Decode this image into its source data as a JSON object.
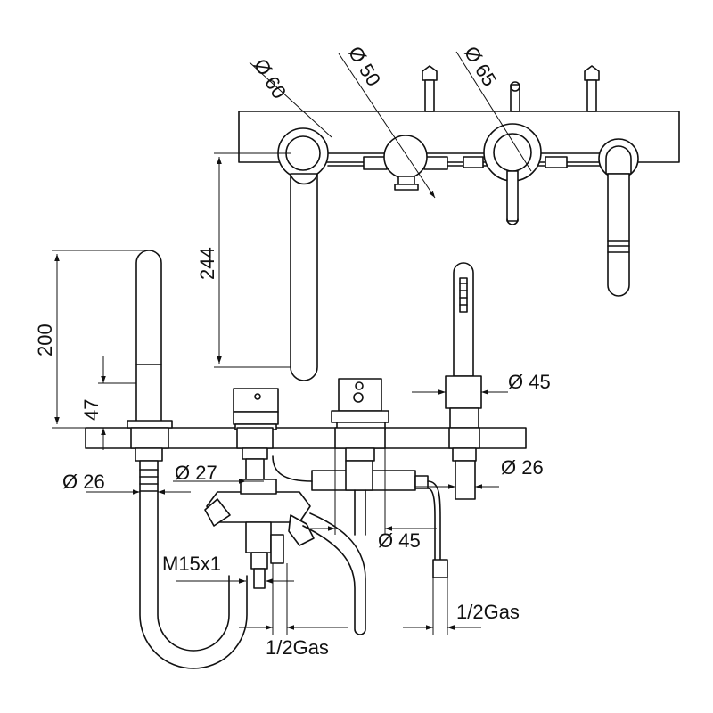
{
  "colors": {
    "line": "#111111",
    "background": "#ffffff"
  },
  "labels": {
    "top_dia_60": "Ø 60",
    "top_dia_50": "Ø 50",
    "top_dia_65": "Ø 65",
    "wall_height_244": "244",
    "spout_height_200": "200",
    "above_deck_47": "47",
    "deck_dia_26_left": "Ø 26",
    "deck_dia_27": "Ø 27",
    "deck_dia_45_handshower": "Ø 45",
    "deck_dia_26_right": "Ø 26",
    "valve_dia_45": "Ø 45",
    "thread_m15": "M15x1",
    "connection_left": "1/2Gas",
    "connection_right": "1/2Gas"
  }
}
